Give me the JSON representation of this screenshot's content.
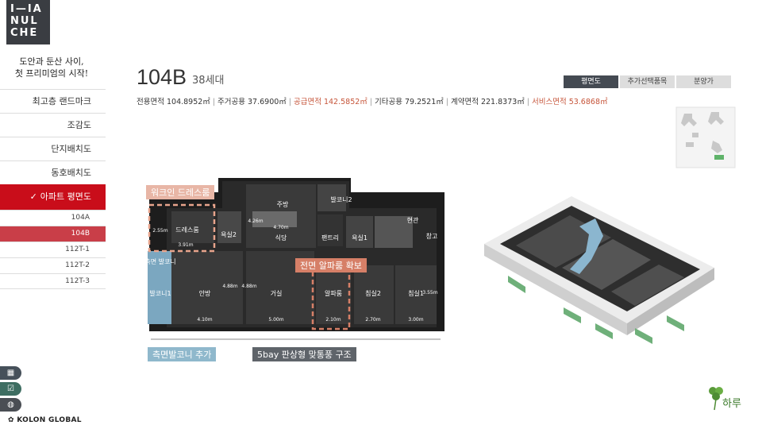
{
  "brand": {
    "logo_lines": [
      "I—IA",
      "NUL",
      "CHE"
    ],
    "tagline_line1": "도안과 둔산 사이,",
    "tagline_line2": "첫 프리미엄의 시작!",
    "company": "✿ KOLON GLOBAL",
    "corner_mark": "하루"
  },
  "menu": {
    "items": [
      {
        "label": "최고층 랜드마크"
      },
      {
        "label": "조감도"
      },
      {
        "label": "단지배치도"
      },
      {
        "label": "동호배치도"
      }
    ],
    "active_label": "아파트 평면도",
    "active_check": "✓",
    "sub_items": [
      {
        "label": "104A"
      },
      {
        "label": "104B"
      },
      {
        "label": "112T-1"
      },
      {
        "label": "112T-2"
      },
      {
        "label": "112T-3"
      }
    ],
    "active_sub": "104B"
  },
  "tools": [
    {
      "icon": "calculator-icon",
      "glyph": "▦"
    },
    {
      "icon": "checklist-icon",
      "glyph": "☑"
    },
    {
      "icon": "globe-icon",
      "glyph": "◍"
    }
  ],
  "header": {
    "unit": "104B",
    "households": "38세대",
    "tabs": [
      "평면도",
      "추가선택품목",
      "분양가"
    ],
    "active_tab": "평면도"
  },
  "areas": {
    "exclusive": "전용면적 104.8952㎡",
    "residential_common": "주거공용 37.6900㎡",
    "supply": "공급면적 142.5852㎡",
    "other_common": "기타공용 79.2521㎡",
    "contract": "계약면적 221.8373㎡",
    "service": "서비스면적 53.6868㎡"
  },
  "floorplan": {
    "tags": {
      "walkin": "워크인 드레스룸",
      "front": "전면 알파룸 확보",
      "side": "측면발코니 추가",
      "bay": "5bay 판상형 맞통풍 구조"
    },
    "rooms": {
      "dress": "드레스룸",
      "bath2": "욕실2",
      "kitchen": "주방",
      "dining": "식당",
      "balcony2": "발코니2",
      "pantry": "팬트리",
      "bath1": "욕실1",
      "entrance": "현관",
      "storage": "창고",
      "side_balcony": "측면 발코니",
      "balcony1": "발코니1",
      "master": "안방",
      "living": "거실",
      "alpha": "알파룸",
      "bed2": "침실2",
      "bed1": "침실1"
    },
    "dims": {
      "dress_w": "3.91m",
      "dress_h": "2.55m",
      "kitchen_h": "4.26m",
      "dining_w": "4.70m",
      "master_h": "4.88m",
      "living_h": "4.88m",
      "bed1_h": "3.55m",
      "master_w": "4.10m",
      "living_w": "5.00m",
      "alpha_w": "2.10m",
      "bed2_w": "2.70m",
      "bed1_w": "3.00m"
    }
  },
  "colors": {
    "accent_red": "#c90d1a",
    "highlight": "#c6553a",
    "dark": "#3a3d42"
  }
}
